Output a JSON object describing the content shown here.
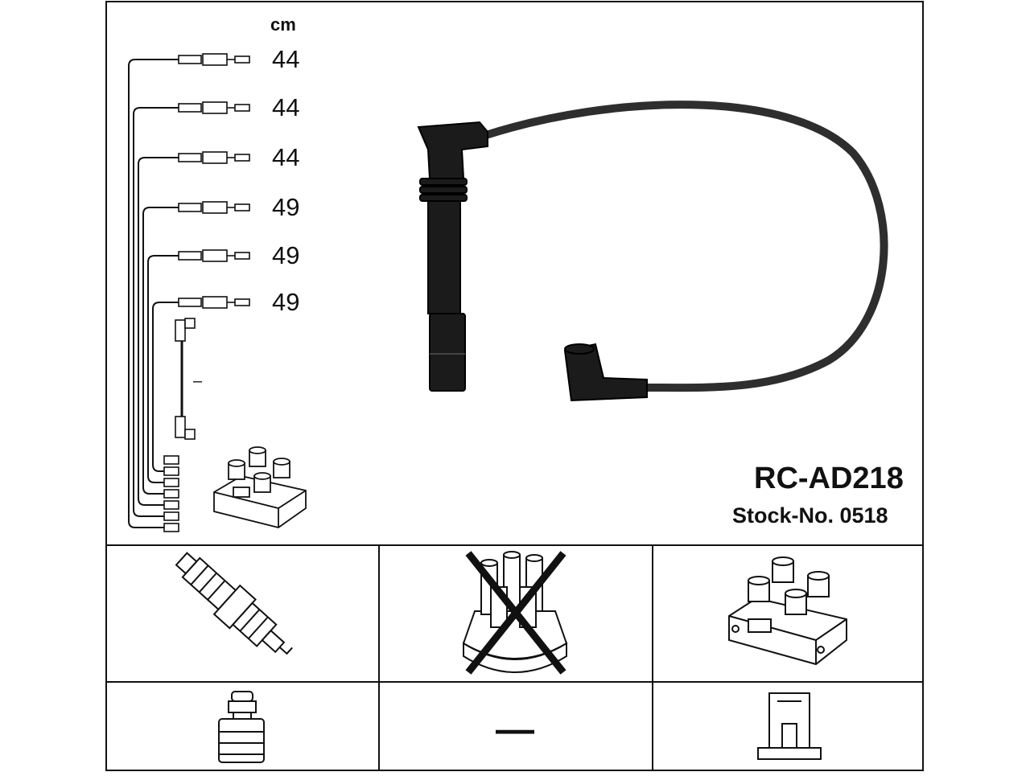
{
  "product": {
    "part_number": "RC-AD218",
    "stock_label": "Stock-No. 0518"
  },
  "lead_lengths": {
    "unit": "cm",
    "values": [
      "44",
      "44",
      "44",
      "49",
      "49",
      "49"
    ]
  },
  "coil_lead": {
    "length": "–"
  },
  "tiles": {
    "spark_plug": "spark-plug-icon",
    "distributor_cap_excluded": "distributor-cap-crossed-icon",
    "ignition_coil": "ignition-coil-icon",
    "plug_terminal": "spark-plug-terminal-icon",
    "terminal_none": "—",
    "coil_terminal": "coil-terminal-icon"
  },
  "colors": {
    "line": "#111111",
    "cable": "#2e2e2e",
    "background": "#ffffff"
  }
}
